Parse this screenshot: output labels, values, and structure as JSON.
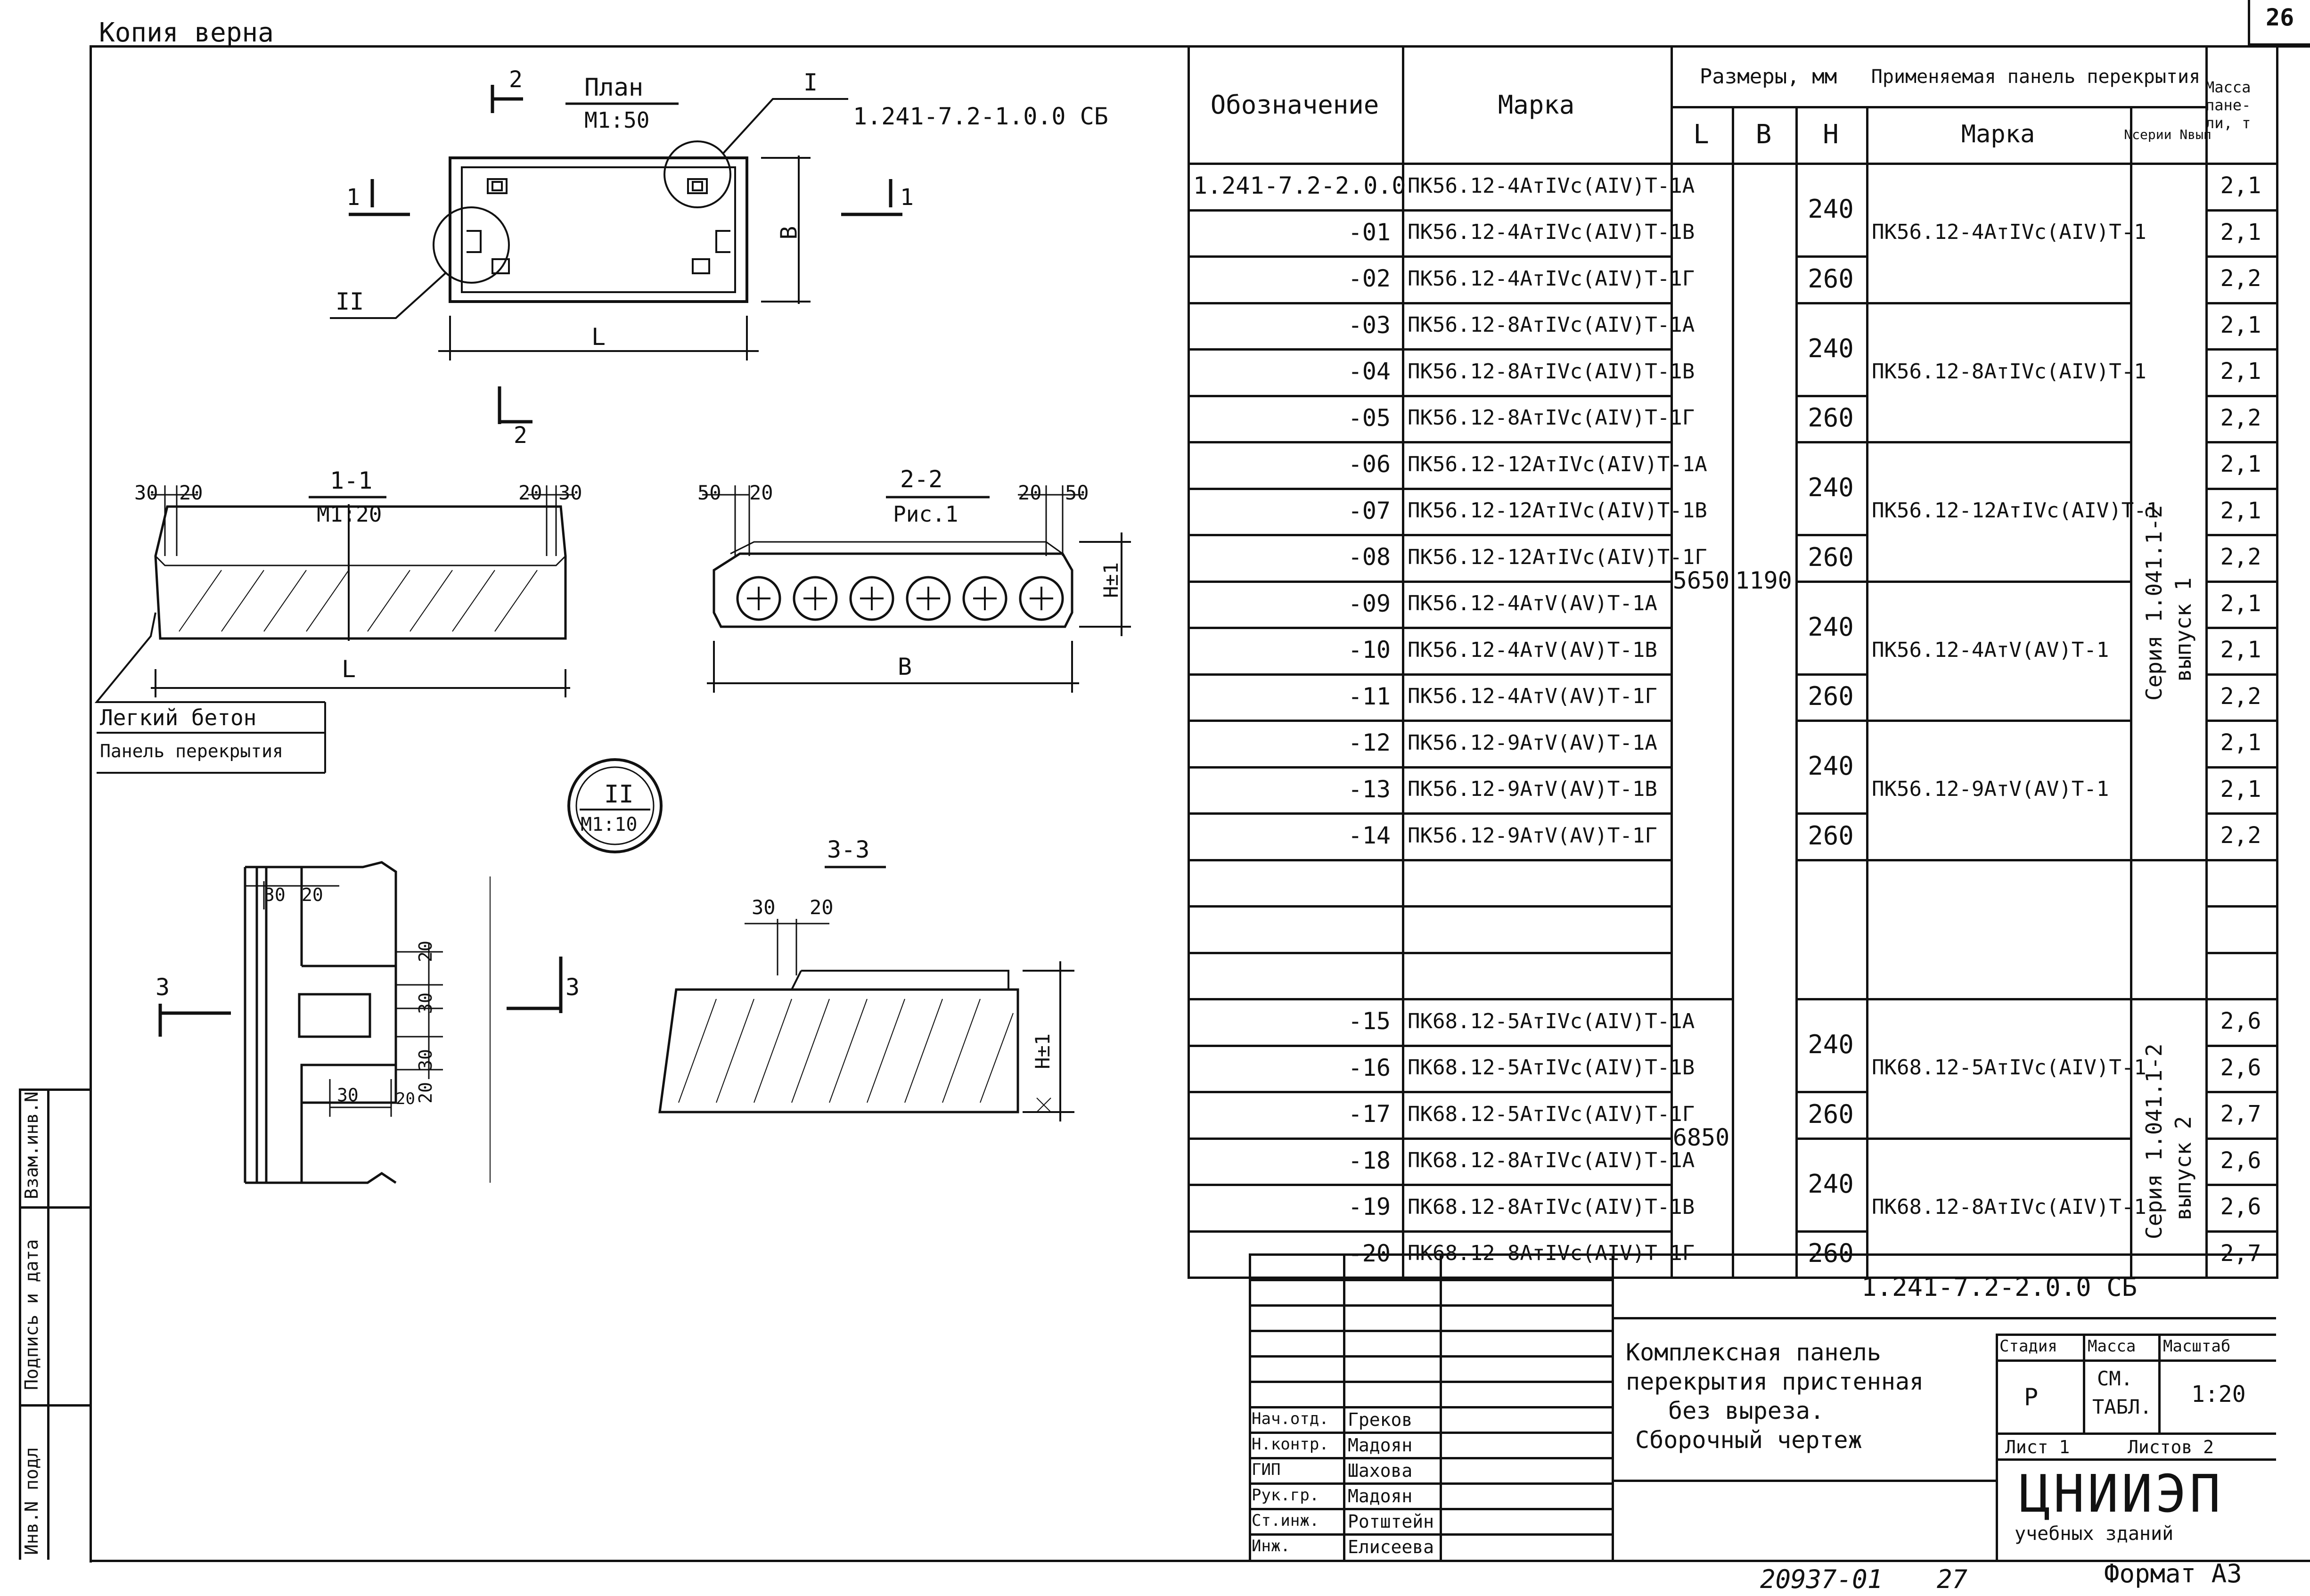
{
  "corner": {
    "copy_note": "Копия   верна",
    "page_number": "26"
  },
  "plan": {
    "title": "План",
    "scale": "М1:50",
    "ref_code": "1.241-7.2-1.0.0 СБ",
    "callout_1": "I",
    "callout_2": "II",
    "cut_1": "1",
    "cut_2": "2",
    "dim_B": "В",
    "dim_L": "L"
  },
  "section_1_1": {
    "title": "1-1",
    "scale": "М1:20",
    "dim_30a": "30",
    "dim_20a": "20",
    "dim_20b": "20",
    "dim_30b": "30",
    "dim_L": "L",
    "legend_1": "Легкий бетон",
    "legend_2": "Панель перекрытия"
  },
  "section_2_2": {
    "title": "2-2",
    "scale": "Рис.1",
    "dim_50a": "50",
    "dim_20a": "20",
    "dim_20b": "20",
    "dim_50b": "50",
    "dim_B": "В",
    "dim_H": "Н±1"
  },
  "detail_2": {
    "label": "II",
    "scale": "М1:10",
    "d30": "30",
    "d20": "20",
    "d20b": "20",
    "d30b": "30",
    "d30c": "30",
    "d20c": "20",
    "d30d": "30",
    "d20d": "20",
    "d20e": "20",
    "cut_left": "3",
    "cut_right": "3"
  },
  "section_3_3": {
    "title": "3-3",
    "d30": "30",
    "d20": "20",
    "dim_H": "Н±1"
  },
  "spec": {
    "headers": {
      "designation": "Обозначение",
      "mark": "Марка",
      "sizes": "Размеры, мм",
      "L": "L",
      "B": "В",
      "H": "Н",
      "panel": "Применяемая панель перекрытия",
      "panel_mark": "Марка",
      "series": "Nсерии Nвып",
      "mass": "Масса пане-ли, т"
    },
    "rows": [
      {
        "d": "1.241-7.2-2.0.0",
        "m": "ПК56.12-4АтIVс(АIV)Т-1А",
        "mass": "2,1"
      },
      {
        "d": "-01",
        "m": "ПК56.12-4АтIVс(АIV)Т-1В",
        "mass": "2,1"
      },
      {
        "d": "-02",
        "m": "ПК56.12-4АтIVс(АIV)Т-1Г",
        "mass": "2,2"
      },
      {
        "d": "-03",
        "m": "ПК56.12-8АтIVс(АIV)Т-1А",
        "mass": "2,1"
      },
      {
        "d": "-04",
        "m": "ПК56.12-8АтIVс(АIV)Т-1В",
        "mass": "2,1"
      },
      {
        "d": "-05",
        "m": "ПК56.12-8АтIVс(АIV)Т-1Г",
        "mass": "2,2"
      },
      {
        "d": "-06",
        "m": "ПК56.12-12АтIVс(АIV)Т-1А",
        "mass": "2,1"
      },
      {
        "d": "-07",
        "m": "ПК56.12-12АтIVс(АIV)Т-1В",
        "mass": "2,1"
      },
      {
        "d": "-08",
        "m": "ПК56.12-12АтIVс(АIV)Т-1Г",
        "mass": "2,2"
      },
      {
        "d": "-09",
        "m": "ПК56.12-4АтV(АV)Т-1А",
        "mass": "2,1"
      },
      {
        "d": "-10",
        "m": "ПК56.12-4АтV(АV)Т-1В",
        "mass": "2,1"
      },
      {
        "d": "-11",
        "m": "ПК56.12-4АтV(АV)Т-1Г",
        "mass": "2,2"
      },
      {
        "d": "-12",
        "m": "ПК56.12-9АтV(АV)Т-1А",
        "mass": "2,1"
      },
      {
        "d": "-13",
        "m": "ПК56.12-9АтV(АV)Т-1В",
        "mass": "2,1"
      },
      {
        "d": "-14",
        "m": "ПК56.12-9АтV(АV)Т-1Г",
        "mass": "2,2"
      },
      {
        "d": "",
        "m": "",
        "mass": ""
      },
      {
        "d": "",
        "m": "",
        "mass": ""
      },
      {
        "d": "",
        "m": "",
        "mass": ""
      },
      {
        "d": "-15",
        "m": "ПК68.12-5АтIVс(АIV)Т-1А",
        "mass": "2,6"
      },
      {
        "d": "-16",
        "m": "ПК68.12-5АтIVс(АIV)Т-1В",
        "mass": "2,6"
      },
      {
        "d": "-17",
        "m": "ПК68.12-5АтIVс(АIV)Т-1Г",
        "mass": "2,7"
      },
      {
        "d": "-18",
        "m": "ПК68.12-8АтIVс(АIV)Т-1А",
        "mass": "2,6"
      },
      {
        "d": "-19",
        "m": "ПК68.12-8АтIVс(АIV)Т-1В",
        "mass": "2,6"
      },
      {
        "d": "-20",
        "m": "ПК68.12-8АтIVс(АIV)Т-1Г",
        "mass": "2,7"
      }
    ],
    "h_values": [
      "240",
      "260",
      "240",
      "260",
      "240",
      "260",
      "240",
      "260",
      "240",
      "260",
      "240",
      "260",
      "240",
      "260"
    ],
    "L_values": [
      "5650",
      "6850"
    ],
    "B_value": "1190",
    "panel_marks": [
      "ПК56.12-4АтIVс(АIV)Т-1",
      "ПК56.12-8АтIVс(АIV)Т-1",
      "ПК56.12-12АтIVс(АIV)Т-1",
      "ПК56.12-4АтV(АV)Т-1",
      "ПК56.12-9АтV(АV)Т-1",
      "ПК68.12-5АтIVс(АIV)Т-1",
      "ПК68.12-8АтIVс(АIV)Т-1"
    ],
    "series_1": {
      "line1": "Серия 1.041.1-2",
      "line2": "выпуск 1"
    },
    "series_2": {
      "line1": "Серия 1.041.1-2",
      "line2": "выпуск 2"
    }
  },
  "title_block": {
    "code": "1.241-7.2-2.0.0 СБ",
    "name_lines": [
      "Комплексная панель",
      "перекрытия пристенная",
      "без выреза.",
      "Сборочный чертеж"
    ],
    "stage_label": "Стадия",
    "mass_label": "Масса",
    "scale_label": "Масштаб",
    "stage": "Р",
    "mass_line1": "СМ.",
    "mass_line2": "ТАБЛ.",
    "scale": "1:20",
    "sheet_label": "Лист 1",
    "sheets_label": "Листов 2",
    "org_line1": "ЦНИИЭП",
    "org_line2": "учебных зданий",
    "signers": [
      {
        "role": "Нач.отд.",
        "name": "Греков"
      },
      {
        "role": "Н.контр.",
        "name": "Мадоян"
      },
      {
        "role": "ГИП",
        "name": "Шахова"
      },
      {
        "role": "Рук.гр.",
        "name": "Мадоян"
      },
      {
        "role": "Ст.инж.",
        "name": "Ротштейн"
      },
      {
        "role": "Инж.",
        "name": "Елисеева"
      }
    ]
  },
  "side_stamp": {
    "inv": "Инв.N подл",
    "sign": "Подпись и дата",
    "vzam": "Взам.инв.N"
  },
  "bottom": {
    "doc_number": "20937-01",
    "sheet_no": "27",
    "format": "Формат А3"
  }
}
